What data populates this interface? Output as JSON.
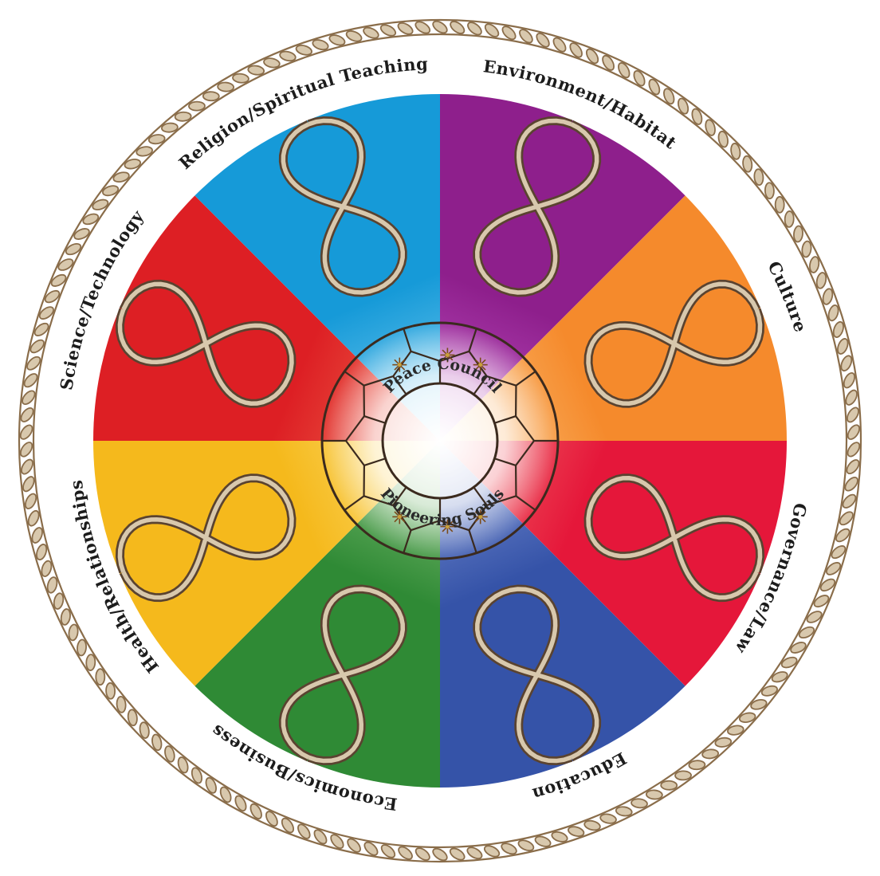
{
  "sectors": [
    {
      "label": "Environment/Habitat",
      "color": "#8e1f8c",
      "light": "#c254c7",
      "icon": "infinity-loop-icon"
    },
    {
      "label": "Culture",
      "color": "#f58a2c",
      "light": "#fcc47c",
      "icon": "infinity-loop-icon"
    },
    {
      "label": "Governance/Law",
      "color": "#e5173a",
      "light": "#f46a6a",
      "icon": "infinity-loop-icon"
    },
    {
      "label": "Education",
      "color": "#3553a8",
      "light": "#7f95d6",
      "icon": "infinity-loop-icon"
    },
    {
      "label": "Economics/Business",
      "color": "#2f8a35",
      "light": "#8cc57e",
      "icon": "infinity-loop-icon"
    },
    {
      "label": "Health/Relationships",
      "color": "#f5b91c",
      "light": "#fde07a",
      "icon": "infinity-loop-icon"
    },
    {
      "label": "Science/Technology",
      "color": "#dd1f24",
      "light": "#f06d4f",
      "icon": "infinity-loop-icon"
    },
    {
      "label": "Religion/Spiritual Teaching",
      "color": "#169ad8",
      "light": "#7fd0f2",
      "icon": "infinity-loop-icon"
    }
  ],
  "center": {
    "top_label": "Peace Council",
    "bottom_label": "Pioneering Souls"
  },
  "colors": {
    "rope": "#8a6d4a",
    "rope_light": "#d8c8ad",
    "ink": "#3b2a1e"
  }
}
